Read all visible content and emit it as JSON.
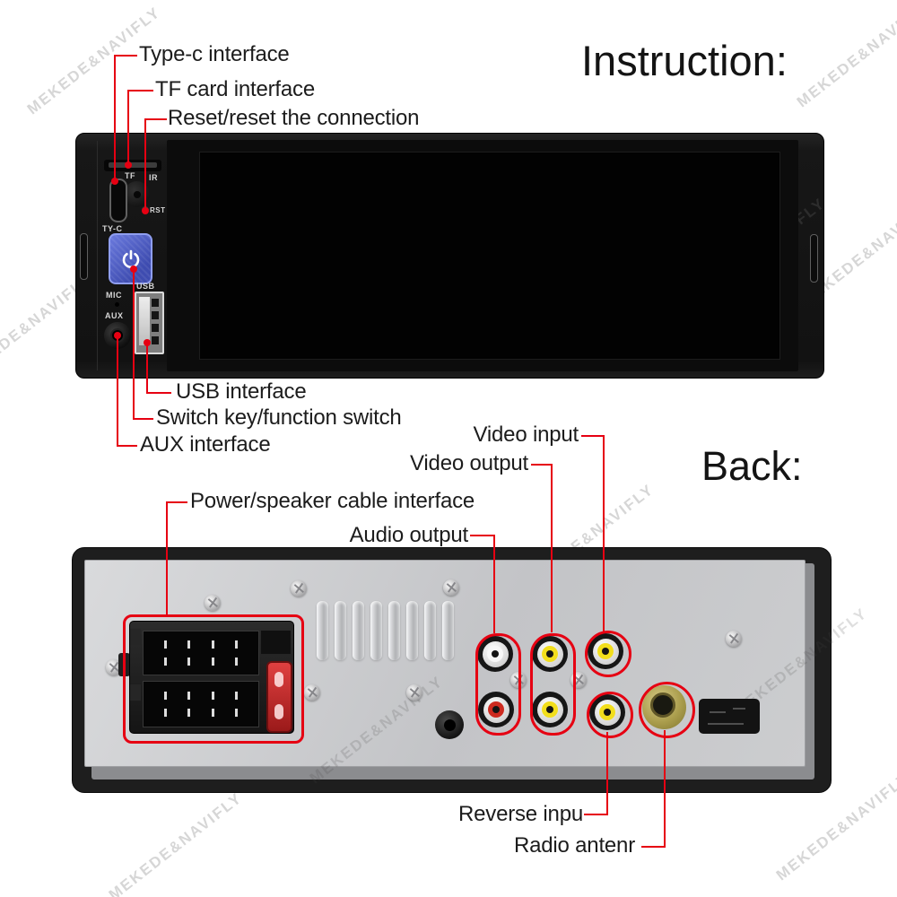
{
  "headings": {
    "instruction": "Instruction:",
    "back": "Back:"
  },
  "watermark": {
    "text": "MEKEDE&NAVIFLY"
  },
  "colors": {
    "callout_red": "#e60012",
    "power_button_blue": "#4a58c4",
    "rca_yellow": "#f2de1c",
    "rca_red": "#cd2a1f",
    "rca_white": "#f7f7f7",
    "antenna_olive": "#ab9e4d"
  },
  "front_view": {
    "callouts": {
      "type_c": "Type-c interface",
      "tf_card": "TF card interface",
      "reset": "Reset/reset the connection",
      "usb": "USB interface",
      "switch_key": "Switch key/function switch",
      "aux": "AUX interface"
    },
    "panel_labels": {
      "tf": "TF",
      "ir": "IR",
      "rst": "RST",
      "type_c": "TY-C",
      "mic": "MIC",
      "usb": "USB",
      "aux": "AUX"
    }
  },
  "back_view": {
    "callouts": {
      "video_input": "Video input",
      "video_output": "Video output",
      "power_speaker": "Power/speaker cable interface",
      "audio_output": "Audio output",
      "reverse_input": "Reverse inpu",
      "radio_antenna": "Radio antenr"
    }
  }
}
